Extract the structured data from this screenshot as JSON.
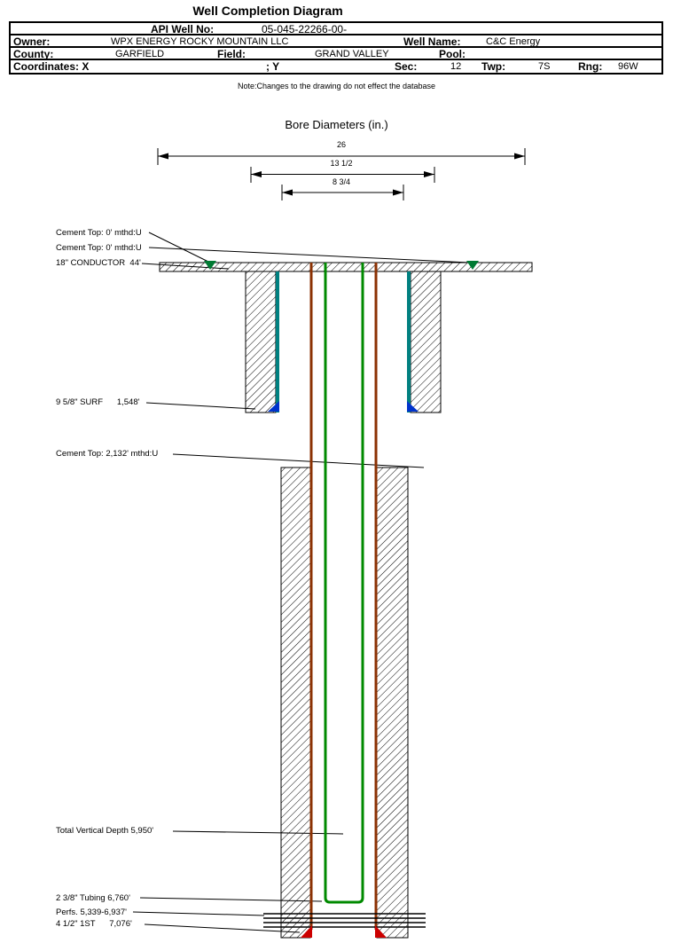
{
  "title": "Well Completion Diagram",
  "header": {
    "api": {
      "label": "API Well No:",
      "value": "05-045-22266-00-"
    },
    "owner": {
      "label": "Owner:",
      "value": "WPX ENERGY ROCKY MOUNTAIN LLC"
    },
    "well_name": {
      "label": "Well Name:",
      "value": "C&C Energy"
    },
    "county": {
      "label": "County:",
      "value": "GARFIELD"
    },
    "field": {
      "label": "Field:",
      "value": "GRAND VALLEY"
    },
    "pool": {
      "label": "Pool:",
      "value": ""
    },
    "coordinates": {
      "label": "Coordinates: X",
      "y_label": "; Y",
      "x_value": "",
      "y_value": ""
    },
    "sec": {
      "label": "Sec:",
      "value": "12"
    },
    "twp": {
      "label": "Twp:",
      "value": "7S"
    },
    "rng": {
      "label": "Rng:",
      "value": "96W"
    }
  },
  "note": "Note:Changes to the drawing do not effect the database",
  "diagram": {
    "title": "Bore Diameters (in.)",
    "bore_diameters": [
      "26",
      "13 1/2",
      "8 3/4"
    ],
    "annotations": [
      "Cement Top: 0' mthd:U",
      "Cement Top: 0' mthd:U",
      "18\" CONDUCTOR  44'",
      "9 5/8\" SURF      1,548'",
      "Cement Top: 2,132' mthd:U",
      "Total Vertical Depth 5,950'",
      "2 3/8\" Tubing 6,760'",
      "Perfs. 5,339-6,937'",
      "4 1/2\" 1ST      7,076'"
    ],
    "colors": {
      "cement_lining": "#008080",
      "tubing": "#008A00",
      "production_casing": "#8B3103",
      "surface_shoe": "#0033CC",
      "production_shoe": "#CC0000",
      "cement_top_marker": "#007A33",
      "hatch": "#000000"
    }
  }
}
